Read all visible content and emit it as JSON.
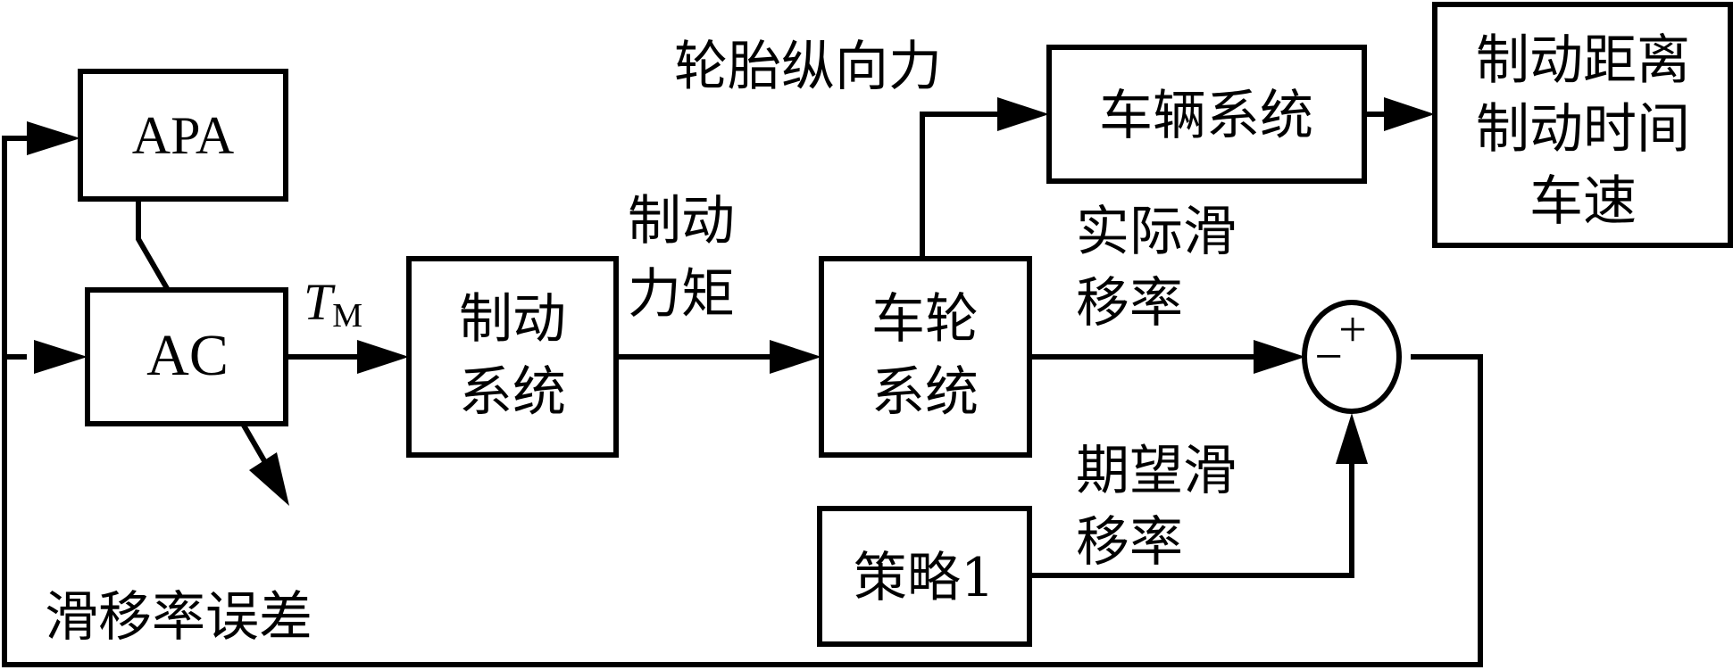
{
  "diagram": {
    "type": "block-diagram",
    "blocks": {
      "apa": "APA",
      "ac": "AC",
      "brake_system": [
        "制动",
        "系统"
      ],
      "wheel_system": [
        "车轮",
        "系统"
      ],
      "vehicle_system": "车辆系统",
      "outputs": [
        "制动距离",
        "制动时间",
        "车速"
      ],
      "strategy": "策略1"
    },
    "signals": {
      "torque_symbol": "T",
      "torque_subscript": "M",
      "brake_torque": [
        "制动",
        "力矩"
      ],
      "tire_force": "轮胎纵向力",
      "actual_slip": [
        "实际滑",
        "移率"
      ],
      "desired_slip": [
        "期望滑",
        "移率"
      ],
      "slip_error": "滑移率误差"
    },
    "summing_junction": {
      "plus_sign": "+",
      "minus_sign": "−"
    }
  }
}
